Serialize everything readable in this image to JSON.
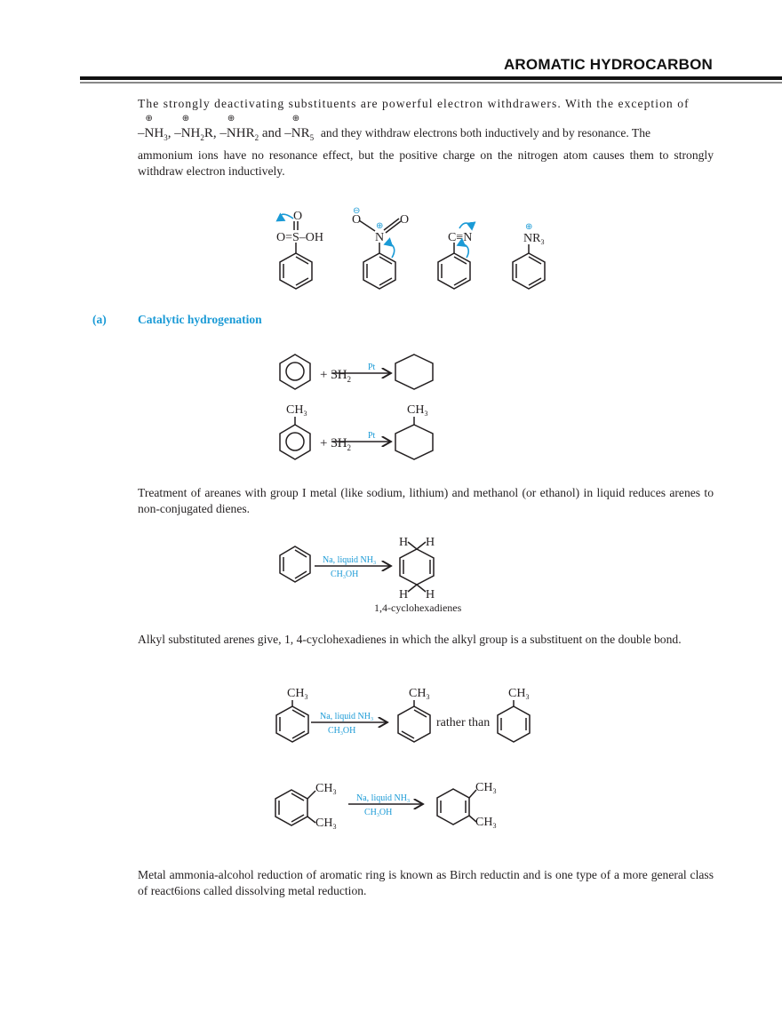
{
  "header": {
    "title": "AROMATIC HYDROCARBON"
  },
  "intro": {
    "line1": "The strongly deactivating substituents are powerful electron withdrawers. With the exception of",
    "formula": [
      {
        "prefix": "–",
        "n": "N",
        "charge": "⊕",
        "rest": "H",
        "sub": "3",
        "suffix": ","
      },
      {
        "prefix": "–",
        "n": "N",
        "charge": "⊕",
        "rest": "H",
        "sub": "2",
        "suffix": "R,"
      },
      {
        "prefix": "–",
        "n": "N",
        "charge": "⊕",
        "rest": "HR",
        "sub": "2",
        "suffix": ""
      },
      {
        "prefix": "–",
        "n": "N",
        "charge": "⊕",
        "rest": "R",
        "sub": "5",
        "suffix": ""
      }
    ],
    "formula_and": "and",
    "line2_rest": "and they withdraw electrons both inductively and by resonance. The",
    "line3": "ammonium ions have no resonance effect, but the positive charge on the nitrogen atom causes them to strongly withdraw electron inductively."
  },
  "structures": {
    "sulfonic": {
      "o_top": "O",
      "o_left": "O=S–OH"
    },
    "nitro": {
      "o_minus": "O",
      "minus": "⊖",
      "n": "N",
      "plus": "⊕",
      "o": "O"
    },
    "nitrile": {
      "label": "C≡N"
    },
    "ammonium": {
      "label": "NR",
      "sub": "3",
      "plus": "⊕"
    }
  },
  "section_a": {
    "label": "(a)",
    "title": "Catalytic hydrogenation"
  },
  "hydrogenation": {
    "reagent": "+ 3H",
    "reagent_sub": "2",
    "catalyst": "Pt",
    "methyl": "CH",
    "methyl_sub": "3"
  },
  "birch_text": "Treatment of areanes with group I metal (like sodium, lithium) and methanol (or ethanol) in liquid reduces arenes to non-conjugated  dienes.",
  "birch": {
    "reagent_top": "Na, liquid NH",
    "reagent_top_sub": "3",
    "reagent_bottom": "CH",
    "reagent_bottom_sub": "3",
    "reagent_bottom_end": "OH",
    "h": "H",
    "product_name": "1,4-cyclohexadienes"
  },
  "alkyl_text": "Alkyl substituted arenes give, 1, 4-cyclohexadienes in which the alkyl group is a substituent on the double bond.",
  "alkyl": {
    "rather_than": "rather than"
  },
  "final_text": "Metal ammonia-alcohol reduction of aromatic ring is known as Birch reductin and is one type of a more general class of react6ions called dissolving metal reduction.",
  "colors": {
    "accent": "#1a9ad6",
    "text": "#231f20"
  }
}
